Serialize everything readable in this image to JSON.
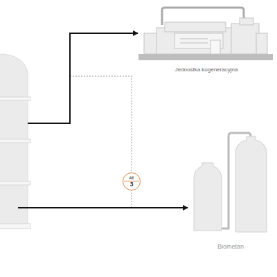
{
  "diagram": {
    "nodes": [
      {
        "text": [
          "Jednostka kogeneracyjna"
        ]
      },
      {
        "text": [
          "Biometan"
        ]
      },
      {
        "text": [
          "AT",
          "3"
        ]
      }
    ]
  }
}
